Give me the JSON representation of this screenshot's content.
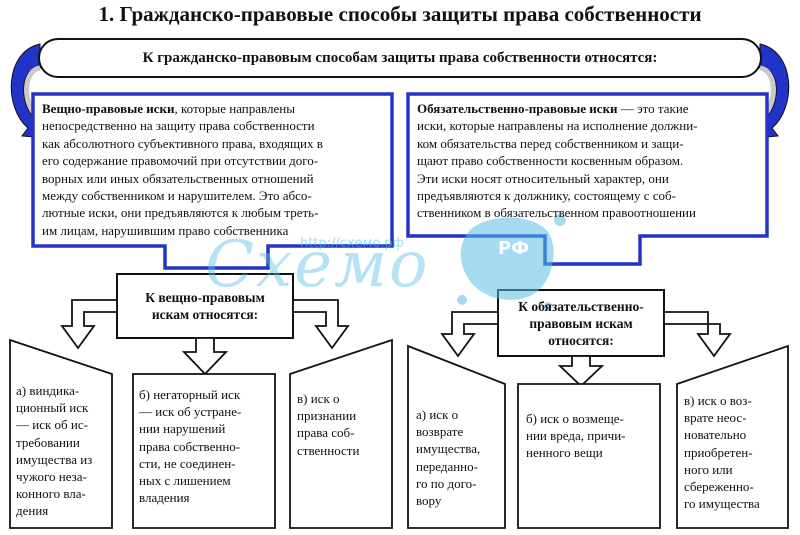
{
  "title": "1. Гражданско-правовые способы защиты права собственности",
  "header": "К гражданско-правовым способам защиты права собственности относятся:",
  "left_block": {
    "term": "Вещно-правовые иски",
    "lines": [
      ", которые направлены",
      "непосредственно на защиту права собственности",
      "как абсолютного субъективного права, входящих в",
      "его содержание правомочий при отсутствии дого-",
      "ворных или иных обязательственных отношений",
      "между собственником и нарушителем. Это абсо-",
      "лютные иски, они предъявляются к любым треть-",
      "им лицам, нарушившим право собственника"
    ]
  },
  "right_block": {
    "term": "Обязательственно-правовые иски",
    "lines": [
      " — это такие",
      "иски, которые направлены на исполнение должни-",
      "ком обязательства перед собственником и защи-",
      "щают право собственности косвенным образом.",
      "Эти иски носят относительный характер, они",
      "предъявляются к должнику, состоящему с соб-",
      "ственником в обязательственном правоотношении"
    ]
  },
  "left_mid": [
    "К вещно-правовым",
    "искам относятся:"
  ],
  "right_mid": [
    "К обязательственно-",
    "правовым искам",
    "относятся:"
  ],
  "leaves": {
    "l1": [
      "а) виндика-",
      "ционный иск",
      "— иск об ис-",
      "требовании",
      "имущества из",
      "чужого неза-",
      "конного вла-",
      "дения"
    ],
    "l2": [
      "б) негаторный иск",
      "— иск об устране-",
      "нии нарушений",
      "права собственно-",
      "сти, не соединен-",
      "ных с лишением",
      "владения"
    ],
    "l3": [
      "в) иск о",
      "признании",
      "права соб-",
      "ственности"
    ],
    "r1": [
      "а) иск о",
      "возврате",
      "имущества,",
      "переданно-",
      "го по дого-",
      "вору"
    ],
    "r2": [
      "б) иск о возмеще-",
      "нии вреда, причи-",
      "ненного вещи"
    ],
    "r3": [
      "в) иск о воз-",
      "врате неос-",
      "новательно",
      "приобретен-",
      "ного или",
      "сбереженно-",
      "го имущества"
    ]
  },
  "watermark": {
    "main": "Схемо",
    "url": "http://схемо.рф",
    "badge": "РФ"
  },
  "colors": {
    "accent_blue": "#2233c8",
    "arrow_gray": "#c9c9c9",
    "watermark": "#5abee6"
  }
}
